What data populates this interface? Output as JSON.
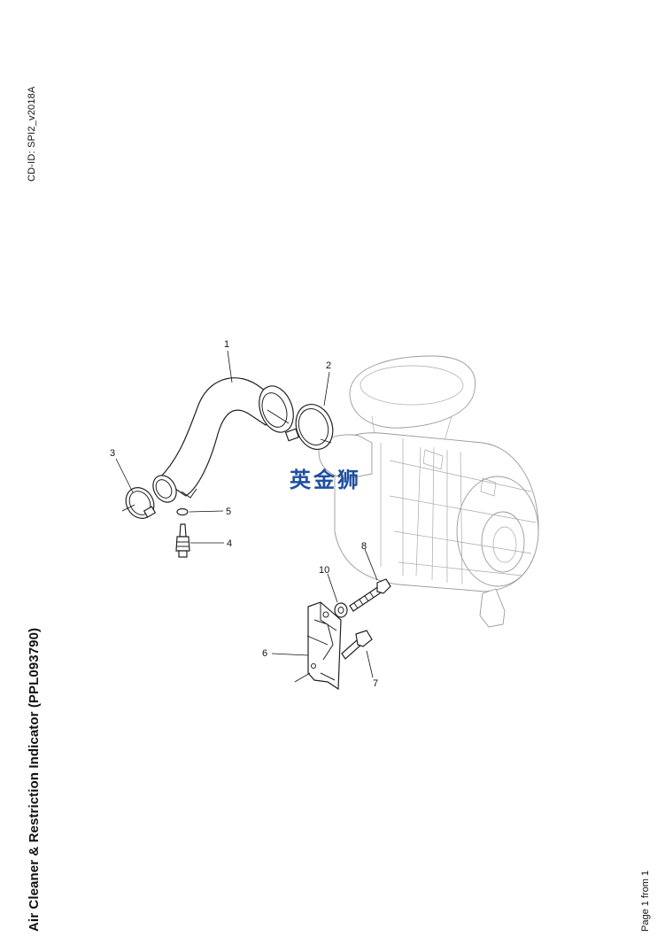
{
  "header": {
    "cd_id": "CD-ID: SPI2_v2018A"
  },
  "document": {
    "title": "Air Cleaner & Restriction Indicator (PPL093790)"
  },
  "footer": {
    "page_info": "Page 1 from 1"
  },
  "watermark": {
    "text": "英金狮",
    "color": "#1f4fa0"
  },
  "callouts": [
    "1",
    "2",
    "3",
    "4",
    "5",
    "6",
    "7",
    "8",
    "10"
  ]
}
